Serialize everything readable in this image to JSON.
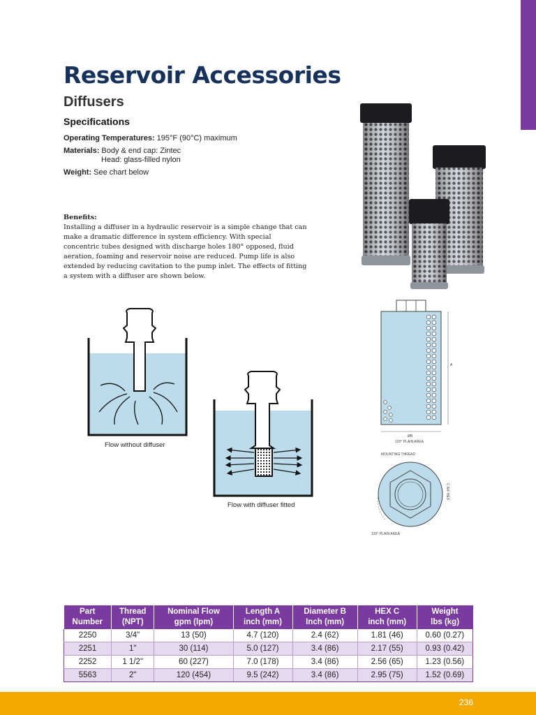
{
  "header": {
    "title": "Reservoir Accessories",
    "subtitle": "Diffusers"
  },
  "specs": {
    "heading": "Specifications",
    "op_temp_label": "Operating Temperatures:",
    "op_temp_value": " 195°F (90°C) maximum",
    "materials_label": "Materials:",
    "materials_value1": " Body & end cap:  Zintec",
    "materials_value2": "Head:  glass-filled nylon",
    "weight_label": "Weight:",
    "weight_value": " See chart below"
  },
  "benefits": {
    "heading": "Benefits:",
    "body": "Installing a diffuser in a hydraulic reservoir is a simple change that can make a dramatic difference in system efficiency.  With special concentric tubes designed with discharge holes 180° opposed, fluid aeration, foaming and reservoir noise are reduced.  Pump life is also extended by reducing cavitation to the pump inlet. The effects of fitting a system with a diffuser are shown below."
  },
  "figures": {
    "caption_without": "Flow without diffuser",
    "caption_with": "Flow with diffuser fitted",
    "dim_a": "A",
    "dim_b": "ØB",
    "plain_area_1": "120° PLAIN AREA",
    "mounting_thread": "MOUNTING THREAD",
    "cap_hex": "C A/F HEX",
    "plain_area_2": "120° PLAIN AREA"
  },
  "table": {
    "headers": [
      [
        "Part",
        "Number"
      ],
      [
        "Thread",
        "(NPT)"
      ],
      [
        "Nominal Flow",
        "gpm (lpm)"
      ],
      [
        "Length A",
        "inch (mm)"
      ],
      [
        "Diameter B",
        "Inch (mm)"
      ],
      [
        "HEX C",
        "inch (mm)"
      ],
      [
        "Weight",
        "lbs (kg)"
      ]
    ],
    "rows": [
      [
        "2250",
        "3/4\"",
        "13 (50)",
        "4.7 (120)",
        "2.4 (62)",
        "1.81 (46)",
        "0.60 (0.27)"
      ],
      [
        "2251",
        "1\"",
        "30 (114)",
        "5.0 (127)",
        "3.4 (86)",
        "2.17 (55)",
        "0.93 (0.42)"
      ],
      [
        "2252",
        "1 1/2\"",
        "60 (227)",
        "7.0 (178)",
        "3.4 (86)",
        "2.56 (65)",
        "1.23 (0.56)"
      ],
      [
        "5563",
        "2\"",
        "120 (454)",
        "9.5 (242)",
        "3.4 (86)",
        "2.95 (75)",
        "1.52 (0.69)"
      ]
    ]
  },
  "footer": {
    "page_number": "236"
  },
  "colors": {
    "purple": "#7a3aa0",
    "navy": "#16315a",
    "orange": "#f5a800",
    "fluid": "#bcdcec"
  }
}
